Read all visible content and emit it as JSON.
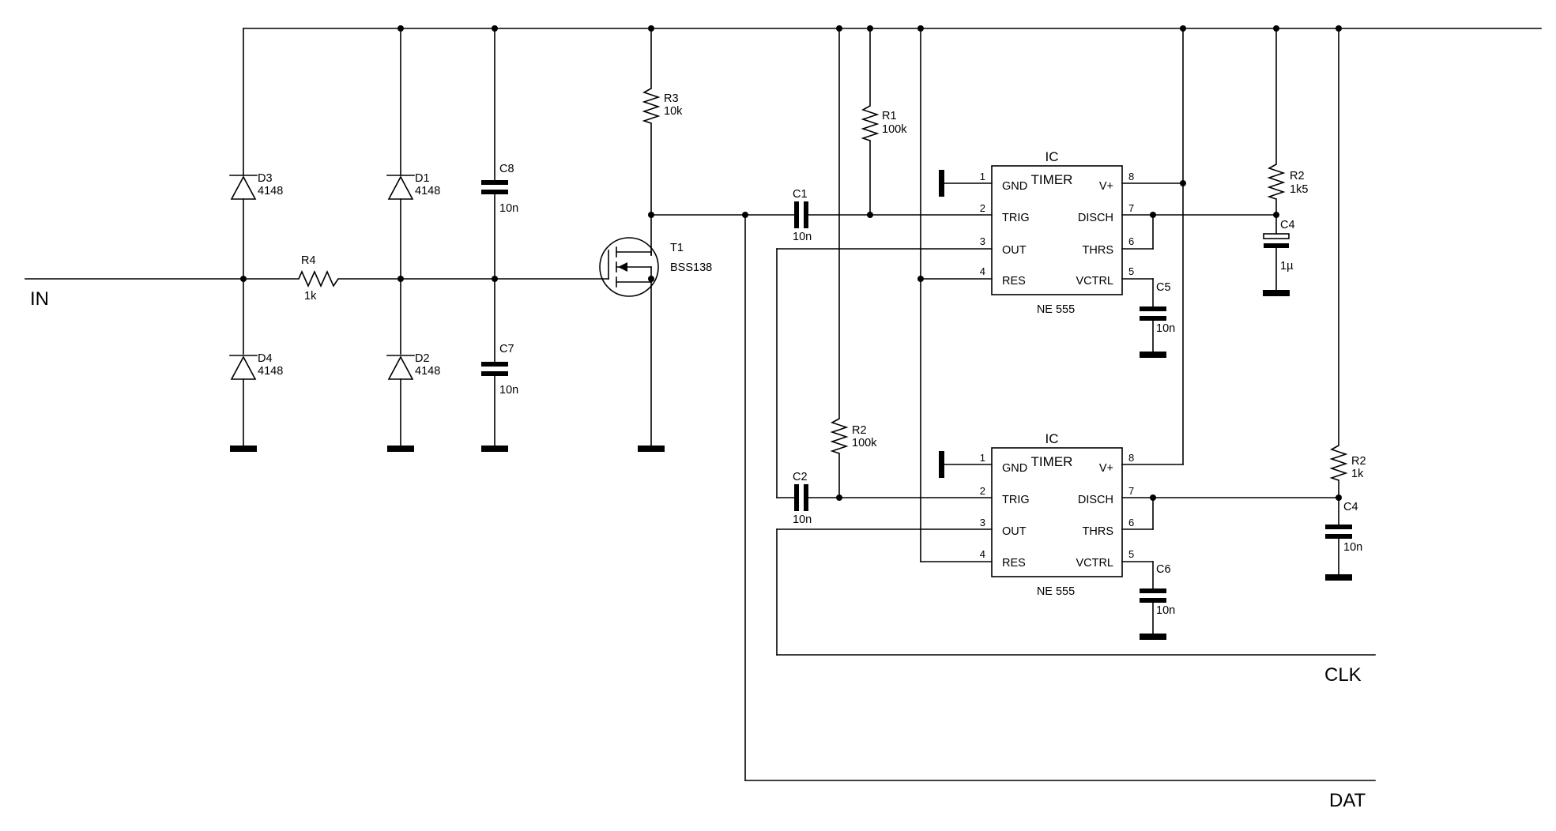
{
  "nets": {
    "input": "IN",
    "clock": "CLK",
    "data": "DAT"
  },
  "components": {
    "D3": {
      "ref": "D3",
      "value": "4148"
    },
    "D4": {
      "ref": "D4",
      "value": "4148"
    },
    "D1": {
      "ref": "D1",
      "value": "4148"
    },
    "D2": {
      "ref": "D2",
      "value": "4148"
    },
    "R4": {
      "ref": "R4",
      "value": "1k"
    },
    "C8": {
      "ref": "C8",
      "value": "10n"
    },
    "C7": {
      "ref": "C7",
      "value": "10n"
    },
    "R3": {
      "ref": "R3",
      "value": "10k"
    },
    "T1": {
      "ref": "T1",
      "value": "BSS138"
    },
    "C1": {
      "ref": "C1",
      "value": "10n"
    },
    "R1": {
      "ref": "R1",
      "value": "100k"
    },
    "R2a": {
      "ref": "R2",
      "value": "100k"
    },
    "C2": {
      "ref": "C2",
      "value": "10n"
    },
    "C5": {
      "ref": "C5",
      "value": "10n"
    },
    "C6": {
      "ref": "C6",
      "value": "10n"
    },
    "R2b": {
      "ref": "R2",
      "value": "1k5"
    },
    "C4a": {
      "ref": "C4",
      "value": "1µ"
    },
    "R2c": {
      "ref": "R2",
      "value": "1k"
    },
    "C4b": {
      "ref": "C4",
      "value": "10n"
    }
  },
  "timers": [
    {
      "ref": "IC",
      "name": "TIMER",
      "part": "NE 555",
      "pins_left": [
        {
          "num": "1",
          "name": "GND"
        },
        {
          "num": "2",
          "name": "TRIG"
        },
        {
          "num": "3",
          "name": "OUT"
        },
        {
          "num": "4",
          "name": "RES"
        }
      ],
      "pins_right": [
        {
          "num": "8",
          "name": "V+"
        },
        {
          "num": "7",
          "name": "DISCH"
        },
        {
          "num": "6",
          "name": "THRS"
        },
        {
          "num": "5",
          "name": "VCTRL"
        }
      ]
    },
    {
      "ref": "IC",
      "name": "TIMER",
      "part": "NE 555",
      "pins_left": [
        {
          "num": "1",
          "name": "GND"
        },
        {
          "num": "2",
          "name": "TRIG"
        },
        {
          "num": "3",
          "name": "OUT"
        },
        {
          "num": "4",
          "name": "RES"
        }
      ],
      "pins_right": [
        {
          "num": "8",
          "name": "V+"
        },
        {
          "num": "7",
          "name": "DISCH"
        },
        {
          "num": "6",
          "name": "THRS"
        },
        {
          "num": "5",
          "name": "VCTRL"
        }
      ]
    }
  ]
}
